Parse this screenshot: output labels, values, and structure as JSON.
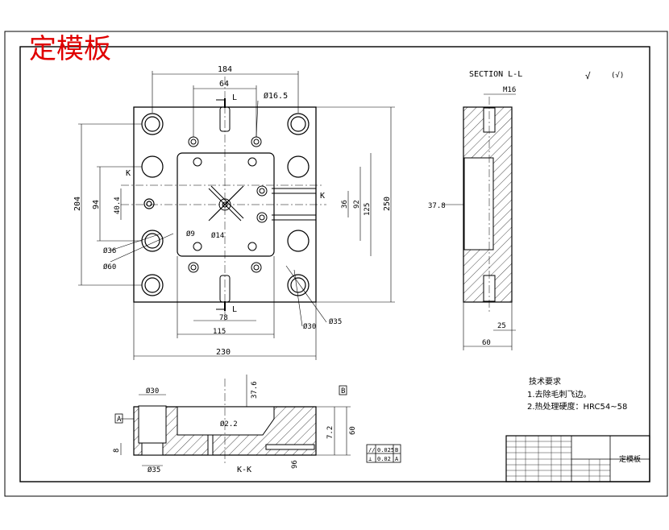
{
  "sheet": {
    "title": "定模板",
    "title_color": "#e00000"
  },
  "top_view": {
    "dims": {
      "w184": "184",
      "w64": "64",
      "d16_5": "Ø16.5",
      "h204": "204",
      "h94": "94",
      "h40_4": "40.4",
      "h36": "36",
      "h92": "92",
      "h125": "125",
      "h250": "250",
      "d36": "Ø36",
      "d60": "Ø60",
      "d9": "Ø9",
      "d14": "Ø14",
      "w78": "78",
      "w115": "115",
      "w230": "230",
      "d30": "Ø30",
      "d35": "Ø35"
    },
    "section_marks": {
      "l_top": "L",
      "l_bottom": "L",
      "k_left": "K",
      "k_right": "K"
    }
  },
  "section_ll": {
    "title": "SECTION L-L",
    "roughness": "√",
    "roughness_note": "(√)",
    "dims": {
      "m16": "M16",
      "h37_8": "37.8",
      "w25": "25",
      "w60": "60"
    }
  },
  "section_kk": {
    "title": "K-K",
    "dims": {
      "d30": "Ø30",
      "d32_2": "Ø2.2",
      "h37_6": "37.6",
      "h7_2": "7.2",
      "h60": "60",
      "h8": "8",
      "d35": "Ø35",
      "w96": "96"
    },
    "datum_a": "A",
    "datum_b": "B"
  },
  "tolerance_frame": {
    "rows": [
      {
        "sym": "//",
        "val": "0.025",
        "ref": "B"
      },
      {
        "sym": "⊥",
        "val": "0.02",
        "ref": "A"
      }
    ]
  },
  "tech_requirements": {
    "heading": "技术要求",
    "items": [
      "1.去除毛刺飞边。",
      "2.热处理硬度：HRC54~58"
    ]
  },
  "title_block": {
    "name": "定模板"
  }
}
